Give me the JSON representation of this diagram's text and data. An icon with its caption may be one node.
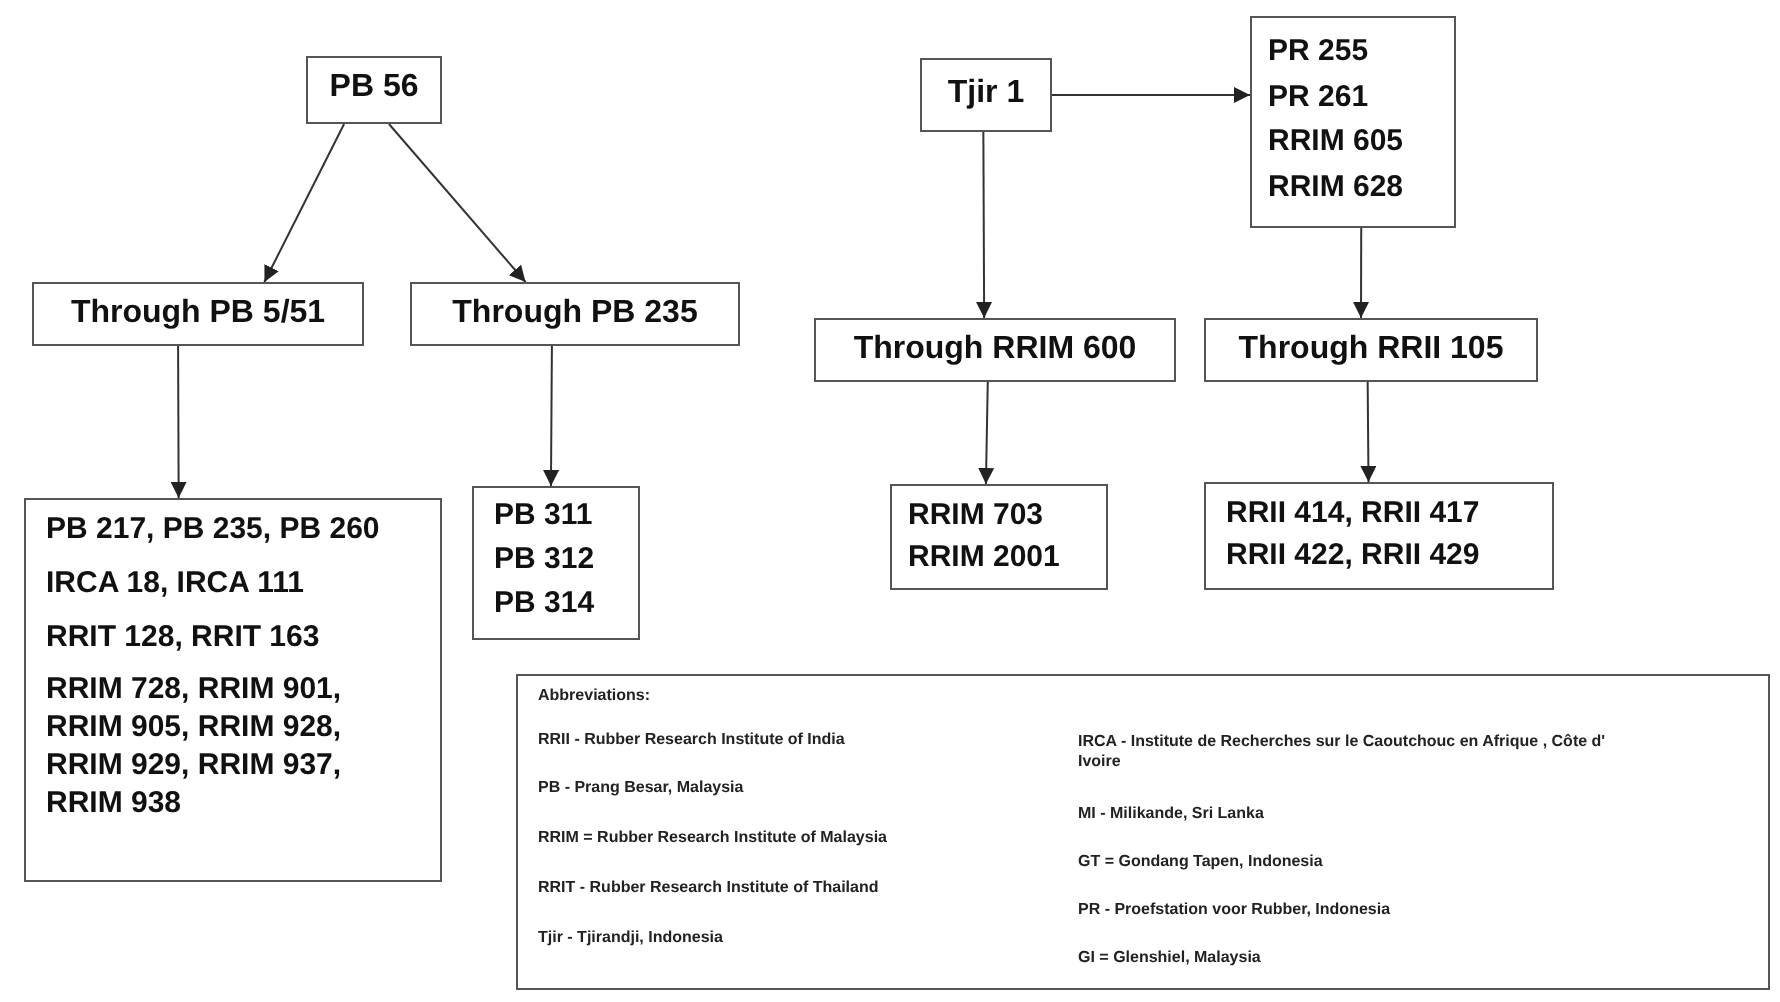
{
  "diagram": {
    "nodes": [
      {
        "text": [
          "PB 56"
        ]
      },
      {
        "text": [
          "Through PB 5/51"
        ]
      },
      {
        "text": [
          "Through PB 235"
        ]
      },
      {
        "text": [
          "PB 217, PB 235, PB 260",
          "IRCA 18, IRCA 111",
          "RRIT 128, RRIT 163",
          "RRIM 728, RRIM 901, RRIM 905, RRIM 928, RRIM 929, RRIM 937, RRIM 938"
        ]
      },
      {
        "text": [
          "PB 311 PB 312 PB 314"
        ]
      },
      {
        "text": [
          "Tjir 1"
        ]
      },
      {
        "text": [
          "PR 255 PR 261 RRIM 605 RRIM 628"
        ]
      },
      {
        "text": [
          "Through RRIM 600"
        ]
      },
      {
        "text": [
          "Through RRII 105"
        ]
      },
      {
        "text": [
          "RRIM 703 RRIM 2001"
        ]
      },
      {
        "text": [
          "RRII 414, RRII 417 RRII 422, RRII 429"
        ]
      },
      {
        "text": [
          "Abbreviations:",
          "RRII - Rubber Research Institute of India",
          "PB - Prang Besar, Malaysia",
          "RRIM = Rubber Research Institute of Malaysia",
          "RRIT - Rubber Research Institute of Thailand",
          "Tjir - Tjirandji, Indonesia",
          "IRCA - Institute de Recherches sur le Caoutchouc en Afrique , Côte d' Ivoire",
          "MI - Milikande, Sri Lanka",
          "GT = Gondang Tapen, Indonesia",
          "PR - Proefstation voor Rubber, Indonesia",
          "GI = Glenshiel, Malaysia"
        ]
      }
    ],
    "edges": [
      {
        "from": 0,
        "to": 1,
        "arrow": "to"
      },
      {
        "from": 0,
        "to": 2,
        "arrow": "to"
      },
      {
        "from": 1,
        "to": 3,
        "arrow": "to"
      },
      {
        "from": 2,
        "to": 4,
        "arrow": "to"
      },
      {
        "from": 5,
        "to": 6,
        "arrow": "to"
      },
      {
        "from": 5,
        "to": 7,
        "arrow": "to"
      },
      {
        "from": 6,
        "to": 8,
        "arrow": "to"
      },
      {
        "from": 7,
        "to": 9,
        "arrow": "to"
      },
      {
        "from": 8,
        "to": 10,
        "arrow": "to"
      }
    ]
  }
}
